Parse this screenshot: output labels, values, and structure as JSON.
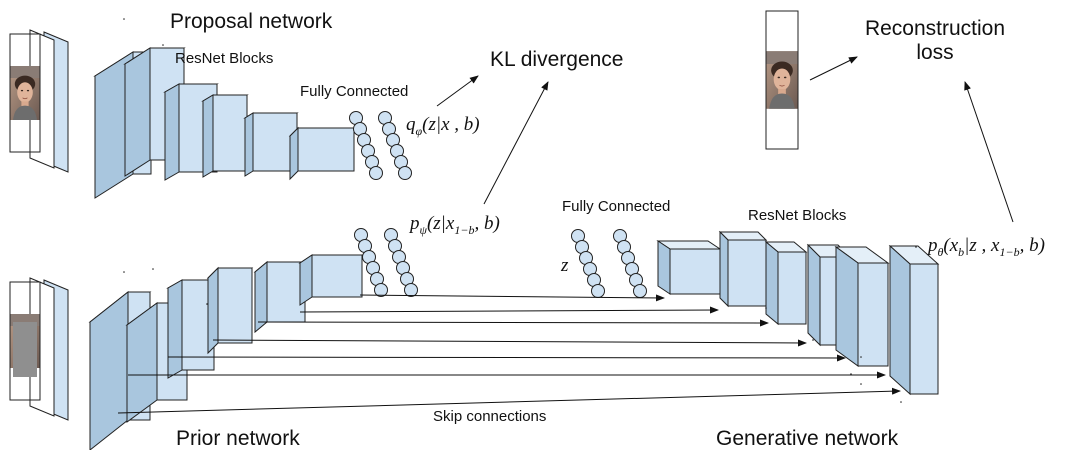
{
  "labels": {
    "proposal_network": "Proposal network",
    "resnet_blocks_top": "ResNet Blocks",
    "fully_connected_top": "Fully Connected",
    "kl_divergence": "KL divergence",
    "reconstruction_loss_line1": "Reconstruction",
    "reconstruction_loss_line2": "loss",
    "fully_connected_mid": "Fully Connected",
    "resnet_blocks_right": "ResNet Blocks",
    "skip_connections": "Skip connections",
    "prior_network": "Prior network",
    "generative_network": "Generative network"
  },
  "math": {
    "q_phi": {
      "base": "q",
      "sub": "φ",
      "args": "(z|x , b)"
    },
    "p_psi": {
      "base": "p",
      "sub": "ψ",
      "args_pre": "(z|x",
      "args_sub": "1−b",
      "args_post": ", b)"
    },
    "z": "z",
    "p_theta": {
      "base": "p",
      "sub": "θ",
      "a1": "(x",
      "a1_sub": "b",
      "a2": "|z , x",
      "a2_sub": "1−b",
      "a3": ", b)"
    }
  },
  "colors": {
    "block_front": "#cfe2f3",
    "block_side": "#a9c6de",
    "block_top": "#e4eff8",
    "stroke": "#222222",
    "neuron": "#cfe2f3",
    "masked_face": "#8f8f8f"
  },
  "icons": [
    "face-image",
    "masked-face-image",
    "arrow",
    "neuron"
  ]
}
